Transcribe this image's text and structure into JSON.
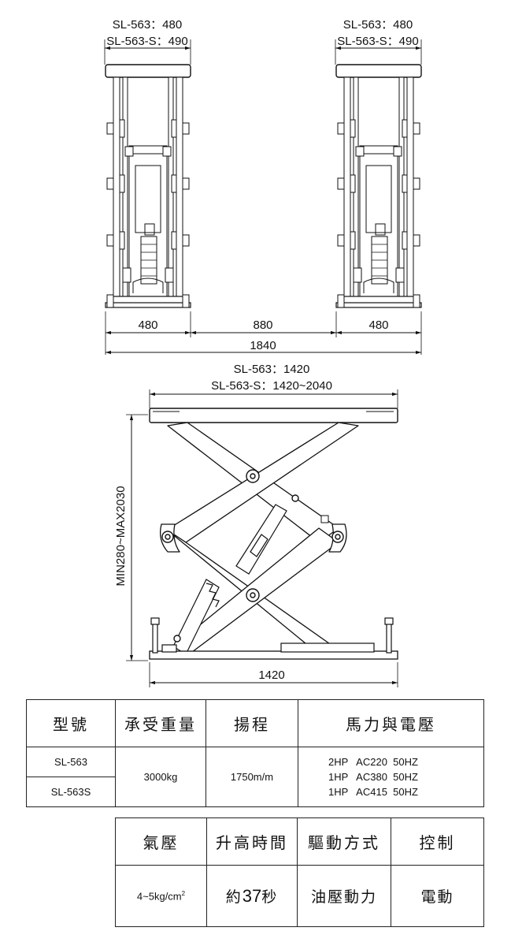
{
  "front_view": {
    "top_left_line1": "SL-563：480",
    "top_left_line2": "SL-563-S：490",
    "top_right_line1": "SL-563：480",
    "top_right_line2": "SL-563-S：490",
    "dim_left": "480",
    "dim_middle": "880",
    "dim_right": "480",
    "dim_total": "1840"
  },
  "side_view": {
    "length_line1": "SL-563：1420",
    "length_line2": "SL-563-S：1420~2040",
    "height_label": "MIN280~MAX2030",
    "base_length": "1420"
  },
  "spec_table_1": {
    "headers": [
      "型號",
      "承受重量",
      "揚程",
      "馬力與電壓"
    ],
    "model_1": "SL-563",
    "model_2": "SL-563S",
    "capacity": "3000kg",
    "lift_height": "1750m/m",
    "power_lines": [
      "2HP   AC220  50HZ",
      "1HP   AC380  50HZ",
      "1HP   AC415  50HZ"
    ]
  },
  "spec_table_2": {
    "headers": [
      "氣壓",
      "升高時間",
      "驅動方式",
      "控制"
    ],
    "air_pressure": "4~5kg/cm",
    "air_pressure_sup": "2",
    "rise_time_prefix": "約",
    "rise_time_value": "37",
    "rise_time_suffix": "秒",
    "drive": "油壓動力",
    "control": "電動"
  }
}
